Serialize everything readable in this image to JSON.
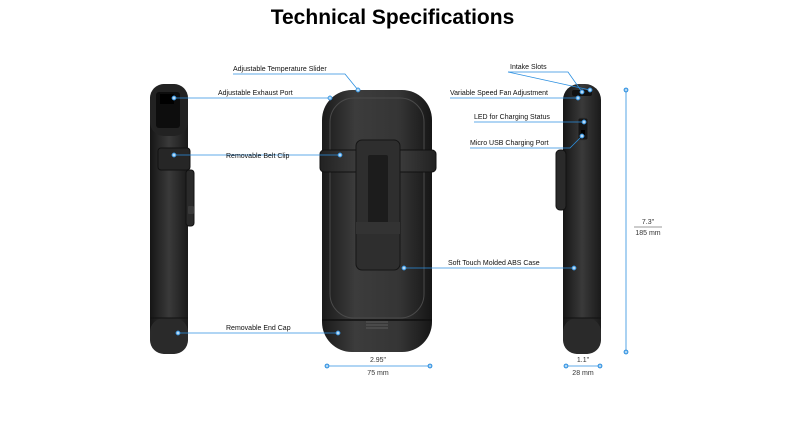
{
  "title": "Technical Specifications",
  "accent_color": "#2b8fe0",
  "callouts": {
    "temperature_slider": "Adjustable Temperature Slider",
    "exhaust_port": "Adjustable Exhaust Port",
    "belt_clip": "Removable Belt Clip",
    "end_cap": "Removable End Cap",
    "abs_case": "Soft Touch Molded ABS Case",
    "intake_slots": "Intake Slots",
    "fan_adjustment": "Variable Speed Fan Adjustment",
    "led_status": "LED for Charging Status",
    "usb_port": "Micro USB Charging Port"
  },
  "dimensions": {
    "width_in": "2.95\"",
    "width_mm": "75 mm",
    "depth_in": "1.1\"",
    "depth_mm": "28 mm",
    "height_in": "7.3\"",
    "height_mm": "185 mm"
  }
}
